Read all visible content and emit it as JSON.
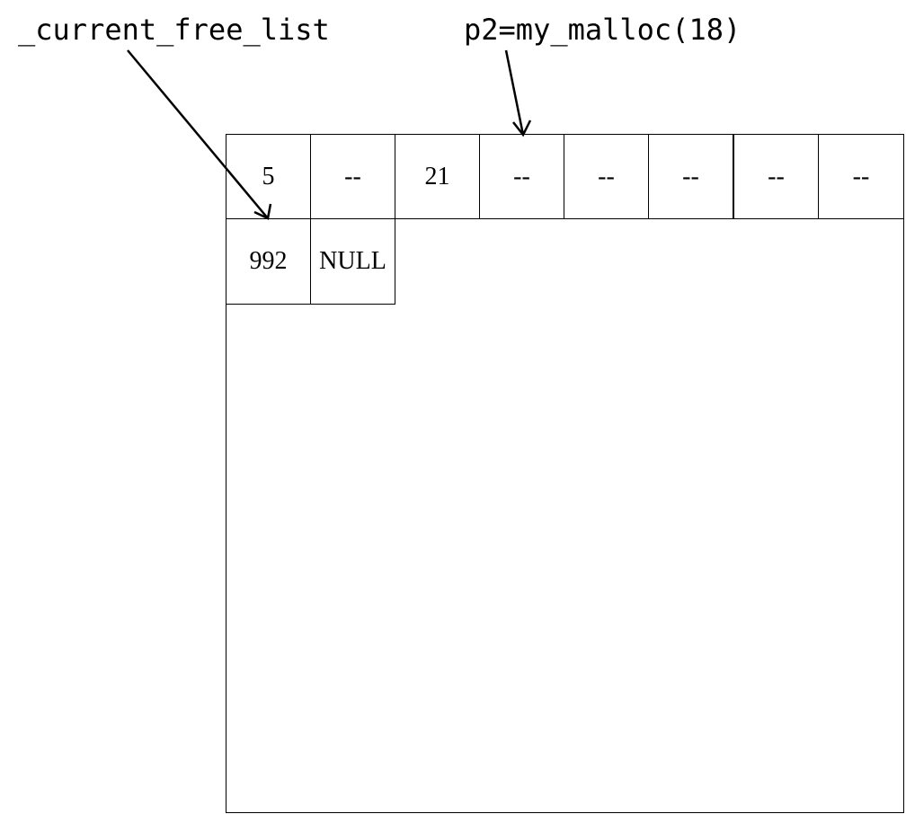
{
  "labels": {
    "free_list_pointer": "_current_free_list",
    "malloc_call": "p2=my_malloc(18)"
  },
  "memory": {
    "row1": [
      "5",
      "--",
      "21",
      "--",
      "--",
      "--",
      "--",
      "--"
    ],
    "row2": [
      "992",
      "NULL"
    ]
  }
}
